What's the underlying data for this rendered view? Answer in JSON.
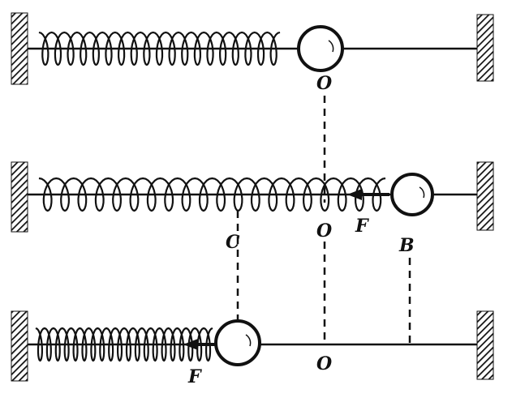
{
  "diagram": {
    "rows": [
      {
        "name": "equilibrium",
        "labels": {
          "center": "O"
        }
      },
      {
        "name": "stretched",
        "labels": {
          "center": "O",
          "force": "F",
          "left_mark": "C",
          "ball_mark": "B"
        }
      },
      {
        "name": "compressed",
        "labels": {
          "center": "O",
          "force": "F"
        }
      }
    ],
    "ink_color": "#111111"
  }
}
